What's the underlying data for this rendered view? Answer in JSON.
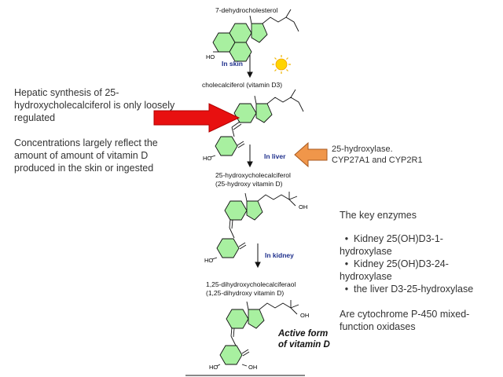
{
  "pathway": {
    "compound_1": "7-dehydrocholesterol",
    "step_1": "In skin",
    "compound_2": "cholecalciferol (vitamin D3)",
    "step_2": "In liver",
    "compound_3_line1": "25-hydroxycholecalciferol",
    "compound_3_line2": "(25-hydroxy vitamin D)",
    "step_3": "In kidney",
    "compound_4_line1": "1,25-dihydroxycholecalciferaol",
    "compound_4_line2": "(1,25-dihydroxy vitamin D)",
    "active_line1": "Active form",
    "active_line2": "of vitamin D",
    "ho_label": "HO",
    "oh_label": "OH"
  },
  "left_notes": {
    "para1": "Hepatic synthesis of 25-hydroxycholecalciferol is only loosely regulated",
    "para2": "Concentrations largely reflect the amount of amount of vitamin D produced in the skin or ingested"
  },
  "liver_enzyme": {
    "line1": "25-hydroxylase.",
    "line2": "CYP27A1 and CYP2R1"
  },
  "right_notes": {
    "heading": "The key enzymes",
    "bullet_char": "•",
    "bullets": [
      "Kidney 25(OH)D3-1-hydroxylase",
      "Kidney 25(OH)D3-24-hydroxylase",
      "the liver D3-25-hydroxylase"
    ],
    "footer": "Are cytochrome P-450 mixed-function oxidases"
  },
  "colors": {
    "ring_fill": "#a8f0a0",
    "red_arrow": "#e81010",
    "orange_arrow": "#f0964a",
    "step_text": "#1e2f8c",
    "sun": "#ffd400"
  }
}
